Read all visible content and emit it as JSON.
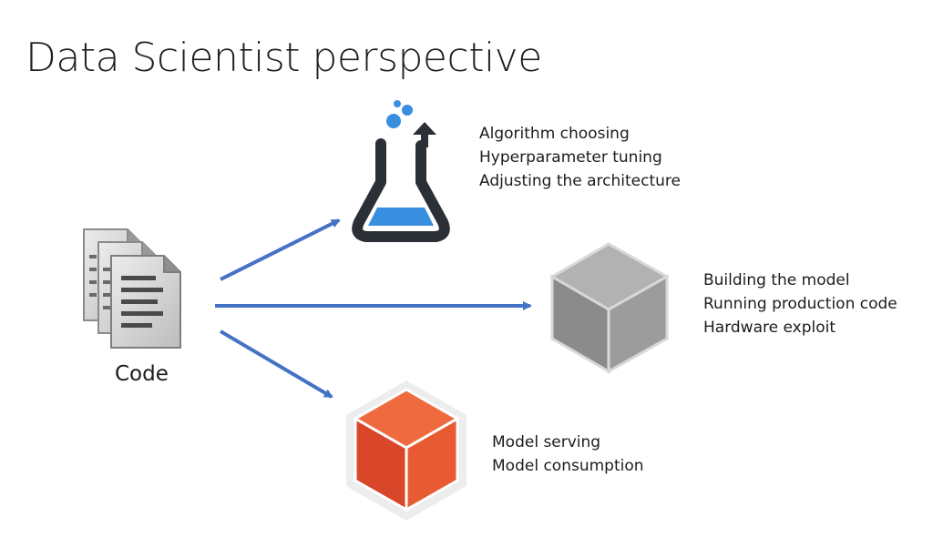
{
  "title": "Data Scientist perspective",
  "source": {
    "label": "Code",
    "icon": "code-files-icon"
  },
  "targets": [
    {
      "icon": "flask-icon",
      "lines": [
        "Algorithm choosing",
        "Hyperparameter tuning",
        "Adjusting the architecture"
      ]
    },
    {
      "icon": "gray-cube-icon",
      "lines": [
        "Building the model",
        "Running production code",
        "Hardware exploit"
      ]
    },
    {
      "icon": "orange-cube-icon",
      "lines": [
        "Model serving",
        "Model consumption"
      ]
    }
  ],
  "colors": {
    "arrow": "#4472c4",
    "flask_outline": "#2b2f36",
    "flask_liquid": "#3a8ee0",
    "gray_cube_top": "#a5a5a5",
    "gray_cube_left": "#8b8b8b",
    "gray_cube_right": "#9a9a9a",
    "orange_cube_top": "#ef6b3f",
    "orange_cube_left": "#d9472a",
    "orange_cube_right": "#e85a32"
  }
}
